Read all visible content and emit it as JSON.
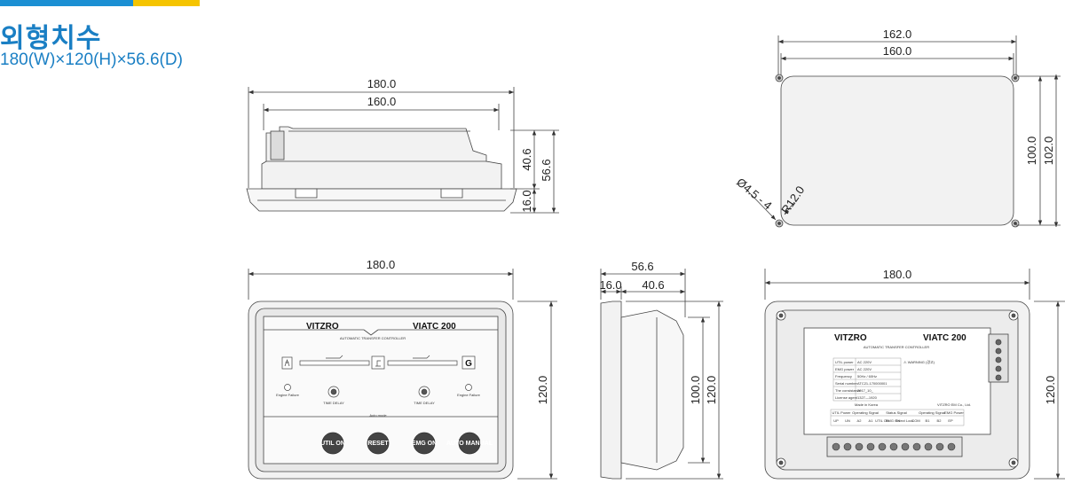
{
  "header": {
    "title": "외형치수",
    "subtitle": "180(W)×120(H)×56.6(D)",
    "bar_colors": [
      "#1b8fd3",
      "#f5c400"
    ]
  },
  "top_view": {
    "dim_overall_width": "180.0",
    "dim_inner_width": "160.0",
    "dim_body_depth": "40.6",
    "dim_total_depth": "56.6",
    "dim_flange": "16.0"
  },
  "panel_cutout": {
    "dim_outer_width": "162.0",
    "dim_inner_width": "160.0",
    "dim_inner_height": "100.0",
    "dim_outer_height": "102.0",
    "hole_label": "Ø4.5 - 4",
    "radius_label": "R12.0"
  },
  "front_view": {
    "dim_width": "180.0",
    "dim_height": "120.0",
    "brand": "VITZRO",
    "model": "VIATC 200",
    "panel_caption": "AUTOMATIC  TRANSFER  CONTROLLER",
    "time_delay_left": "TIME DELAY",
    "time_delay_right": "TIME DELAY",
    "engine_failure_left": "Engine Failure",
    "engine_failure_right": "Engine Failure",
    "auto_mode_label": "Auto mode",
    "buttons": [
      "UTIL ON",
      "RESET",
      "EMG ON",
      "AUTO MANUAL"
    ],
    "icon_left": "utility-icon",
    "icon_center": "transfer-icon",
    "icon_right_letter": "G"
  },
  "side_view": {
    "dim_total_depth": "56.6",
    "dim_flange": "16.0",
    "dim_body_depth": "40.6",
    "dim_inner_height": "100.0",
    "dim_outer_height": "120.0"
  },
  "rear_view": {
    "dim_width": "180.0",
    "dim_height": "120.0",
    "brand": "VITZRO",
    "model": "VIATC 200",
    "caption": "AUTOMATIC  TRANSFER  CONTROLLER",
    "warning_title": "⚠ WARNING (경고)",
    "spec_rows": [
      [
        "UTIL power",
        "AC 220V"
      ],
      [
        "EMG power",
        "AC 220V"
      ],
      [
        "Frequency",
        "50Hz / 60Hz"
      ],
      [
        "Serial number",
        "ATC21-170000001"
      ],
      [
        "The consistance",
        "2017_10_"
      ],
      [
        "License agent",
        "1327—1920"
      ]
    ],
    "made_in": "Made in Korea",
    "company": "VITZRO EM Co., Ltd.",
    "terminal_groups": [
      "UTIL Power",
      "Operating Signal",
      "Status Signal",
      "Operating Signal",
      "EMG Power"
    ],
    "terminal_labels": [
      "UP",
      "UN",
      "A2",
      "A1",
      "UTIL ON",
      "EMG ON",
      "Select Lock",
      "COM",
      "B1",
      "B2",
      "EP"
    ]
  }
}
